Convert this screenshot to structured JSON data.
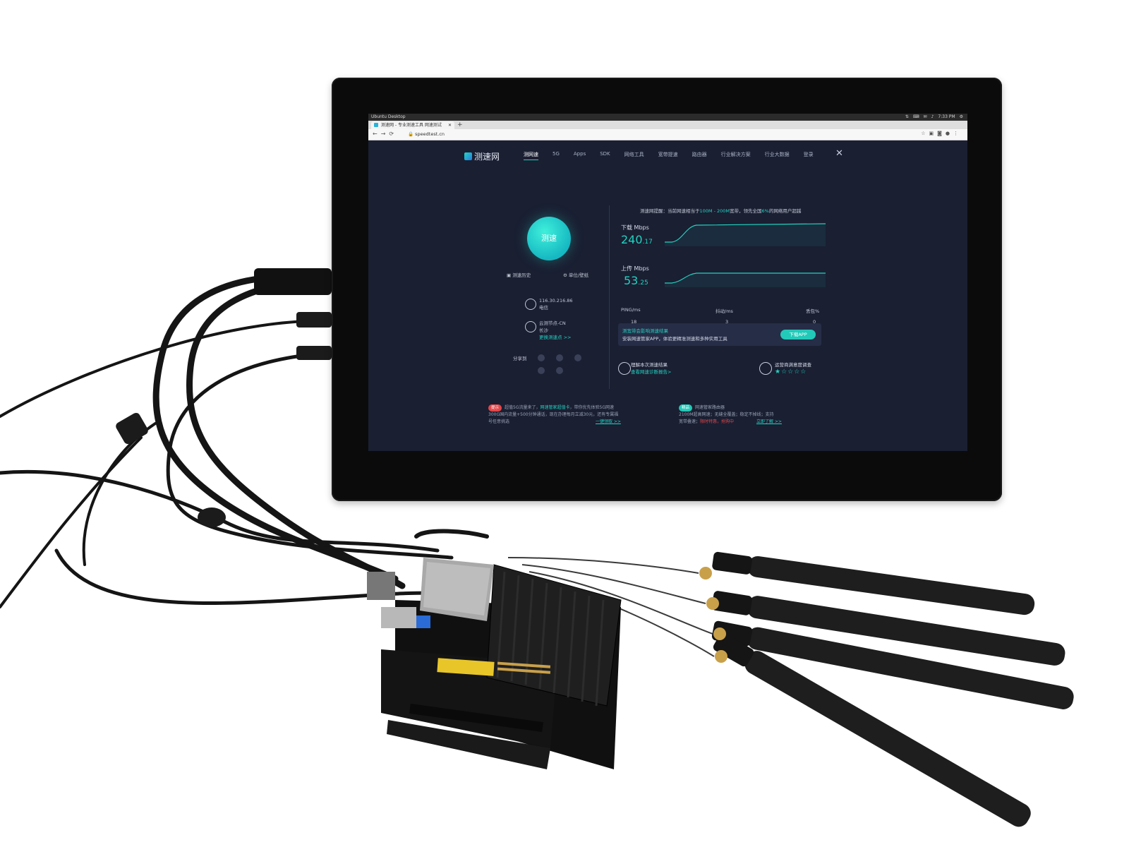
{
  "desktop": {
    "title": "Ubuntu Desktop",
    "clock": "7:33 PM"
  },
  "browser": {
    "tab_title": "测速网 - 专业测速工具 网速测试",
    "url": "speedtest.cn"
  },
  "site": {
    "logo": "测速网",
    "nav": [
      "测网速",
      "5G",
      "Apps",
      "SDK",
      "网络工具",
      "宽带提速",
      "路由器",
      "行业解决方案",
      "行业大数据",
      "登录"
    ],
    "start_button": "测速",
    "history_link": "测速历史",
    "unit_link": "单位/壁纸",
    "ip": "116.30.216.86",
    "isp": "电信",
    "node": "云测节点-CN",
    "node_city": "长沙",
    "change_node": "更换测速点 >>",
    "share_label": "分享到",
    "notice": {
      "prefix": "测速网提醒：当前网速相当于",
      "bandwidth": "100M - 200M",
      "middle": "宽带，领先全国",
      "percent": "6%",
      "suffix": "的网络用户超越"
    },
    "download": {
      "label": "下载 Mbps",
      "integer": "240",
      "decimal": ".17"
    },
    "upload": {
      "label": "上传 Mbps",
      "integer": "53",
      "decimal": ".25"
    },
    "metrics": [
      {
        "label": "PING/ms",
        "value": "18"
      },
      {
        "label": "抖动/ms",
        "value": "3"
      },
      {
        "label": "丢包%",
        "value": "0"
      }
    ],
    "promo": {
      "title": "测宽带会影响测速结果",
      "text": "安装网速管家APP，体验更精准测速和多种实用工具",
      "button": "下载APP"
    },
    "analysis": {
      "title": "理解本次测速结果",
      "link": "查看网速诊断报告>"
    },
    "survey": {
      "title": "运营商满意度调查"
    },
    "bottom_left": {
      "tag": "提示",
      "line1_pre": "超值5G流量来了，",
      "line1_hl": "网速管家超值卡",
      "line1_post": "，带你优先体验5G网速",
      "line2": "300G国内流量+500分钟通话，现在办理每月立减30元，还有专属福",
      "line3": "号任意挑选",
      "link": "一键领取 >>"
    },
    "bottom_right": {
      "tag": "精品",
      "title": "网速管家路由器",
      "line1": "2100M超高网速；无缝全覆盖；稳定不掉线；支持",
      "line2_pre": "宽带叠速；",
      "line2_hl": "限时特惠，抢购中",
      "link": "立即了解 >>"
    }
  },
  "colors": {
    "accent": "#22d2c0",
    "site_bg": "#1a1f32",
    "alert": "#e3474a"
  }
}
